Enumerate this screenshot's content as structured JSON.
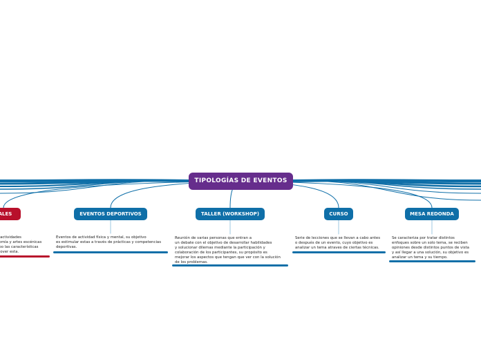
{
  "map": {
    "central": {
      "label": "TIPOLOGÍAS DE EVENTOS",
      "color": "#662d8c"
    },
    "branch_color": "#0f6fa8",
    "topics": [
      {
        "label": "VALES",
        "color": "#b8102b",
        "note": [
          "n actividades",
          "nomía y artes escénicas",
          "abo las características",
          "mover esta."
        ]
      },
      {
        "label": "EVENTOS DEPORTIVOS",
        "color": "#0f6fa8",
        "note": [
          "Eventos de actividad física y mental, su objetivo",
          "es estimular estas a través de prácticas y competencias",
          "deportivas."
        ]
      },
      {
        "label": "TALLER (WORKSHOP)",
        "color": "#0f6fa8",
        "note": [
          "Reunión de varias personas que entran a",
          "un debate con el objetivo de desarrollar habilidades",
          "y solucionar dilemas mediante la participación y",
          "colaboración de los participantes, su propósito es",
          "mejorar los aspectos que tengan que ver con la solución",
          "de los problemas."
        ]
      },
      {
        "label": "CURSO",
        "color": "#0f6fa8",
        "note": [
          "Serie de lecciones que se llevan a cabo antes",
          " o después de un evento, cuyo objetivo es",
          "analizar un tema atraves de ciertas técnicas."
        ]
      },
      {
        "label": "MESA REDONDA",
        "color": "#0f6fa8",
        "note": [
          "Se caracteriza por tratar distintos",
          "enfoques sobre un solo tema, se reciben",
          "opiniones desde distintos puntos de vista",
          "y así llegar a una solución, su objetivo es",
          "analizar un tema y su tiempo."
        ]
      }
    ]
  }
}
